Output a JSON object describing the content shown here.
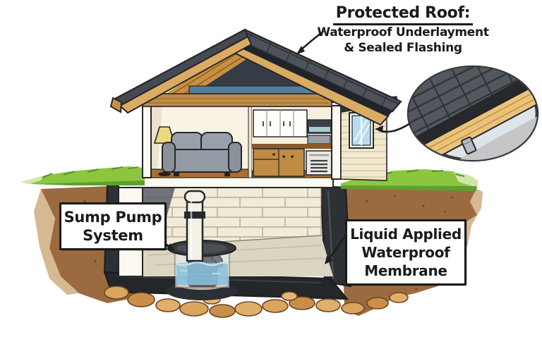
{
  "diagram": {
    "subject": "house-waterproofing-cross-section",
    "annotations": {
      "protected_roof": {
        "heading": "Protected Roof:",
        "line1": "Waterproof Underlayment",
        "line2": "& Sealed Flashing"
      },
      "sump_pump": {
        "line1": "Sump Pump",
        "line2": "System"
      },
      "membrane": {
        "line1": "Liquid Applied",
        "line2": "Waterproof",
        "line3": "Membrane"
      }
    },
    "colors": {
      "outline": "#1f1f1f",
      "shingle_gray": "#4e535b",
      "wood_trim": "#dcab63",
      "siding_cream": "#f1e8cf",
      "concrete_block": "#f1ebd8",
      "membrane_black": "#2d3035",
      "soil_brown": "#9b6a3e",
      "grass_green": "#8cc63f",
      "water_blue": "#66b3da",
      "window_blue": "#b9dbee",
      "label_background": "#ffffff"
    }
  }
}
